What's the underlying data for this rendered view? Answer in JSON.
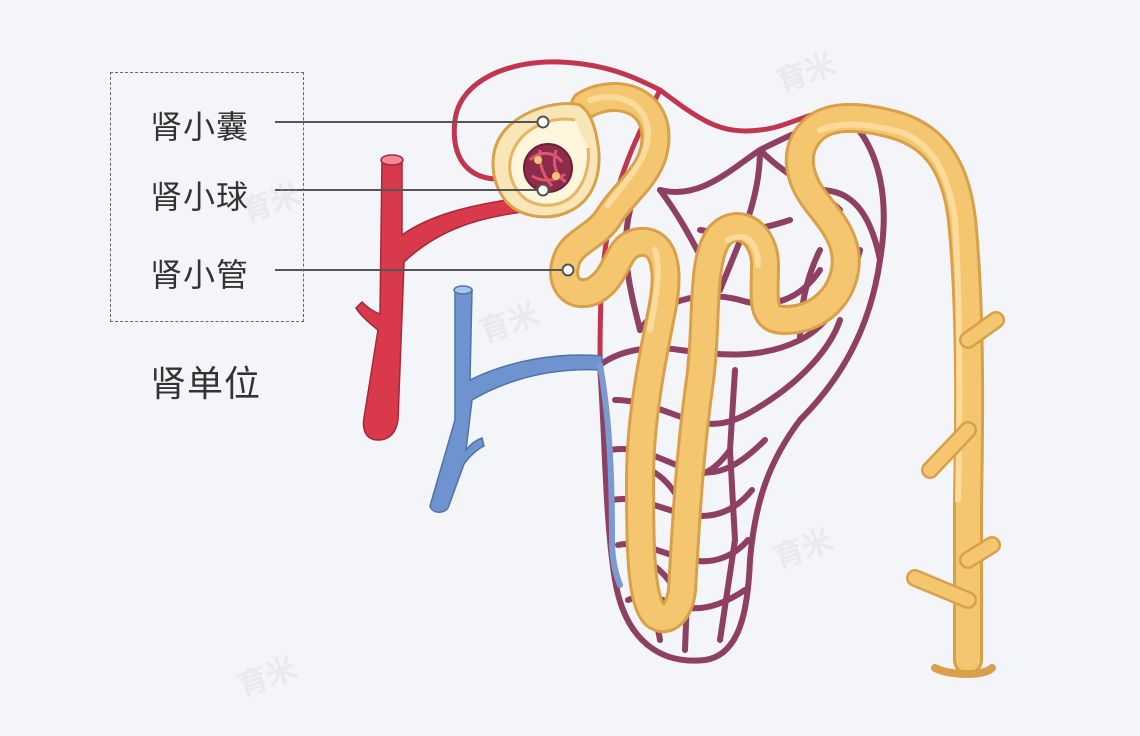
{
  "labels": {
    "parts": [
      "肾小囊",
      "肾小球",
      "肾小管"
    ],
    "group": "肾单位"
  },
  "watermark": "育米",
  "colors": {
    "background": "#f4f5f9",
    "artery": "#d83a4c",
    "vein": "#6e93cf",
    "capillary": "#8a3a5e",
    "tubule": "#f3c26c",
    "tubule_edge": "#e0a64a",
    "leader_line": "#555555"
  }
}
